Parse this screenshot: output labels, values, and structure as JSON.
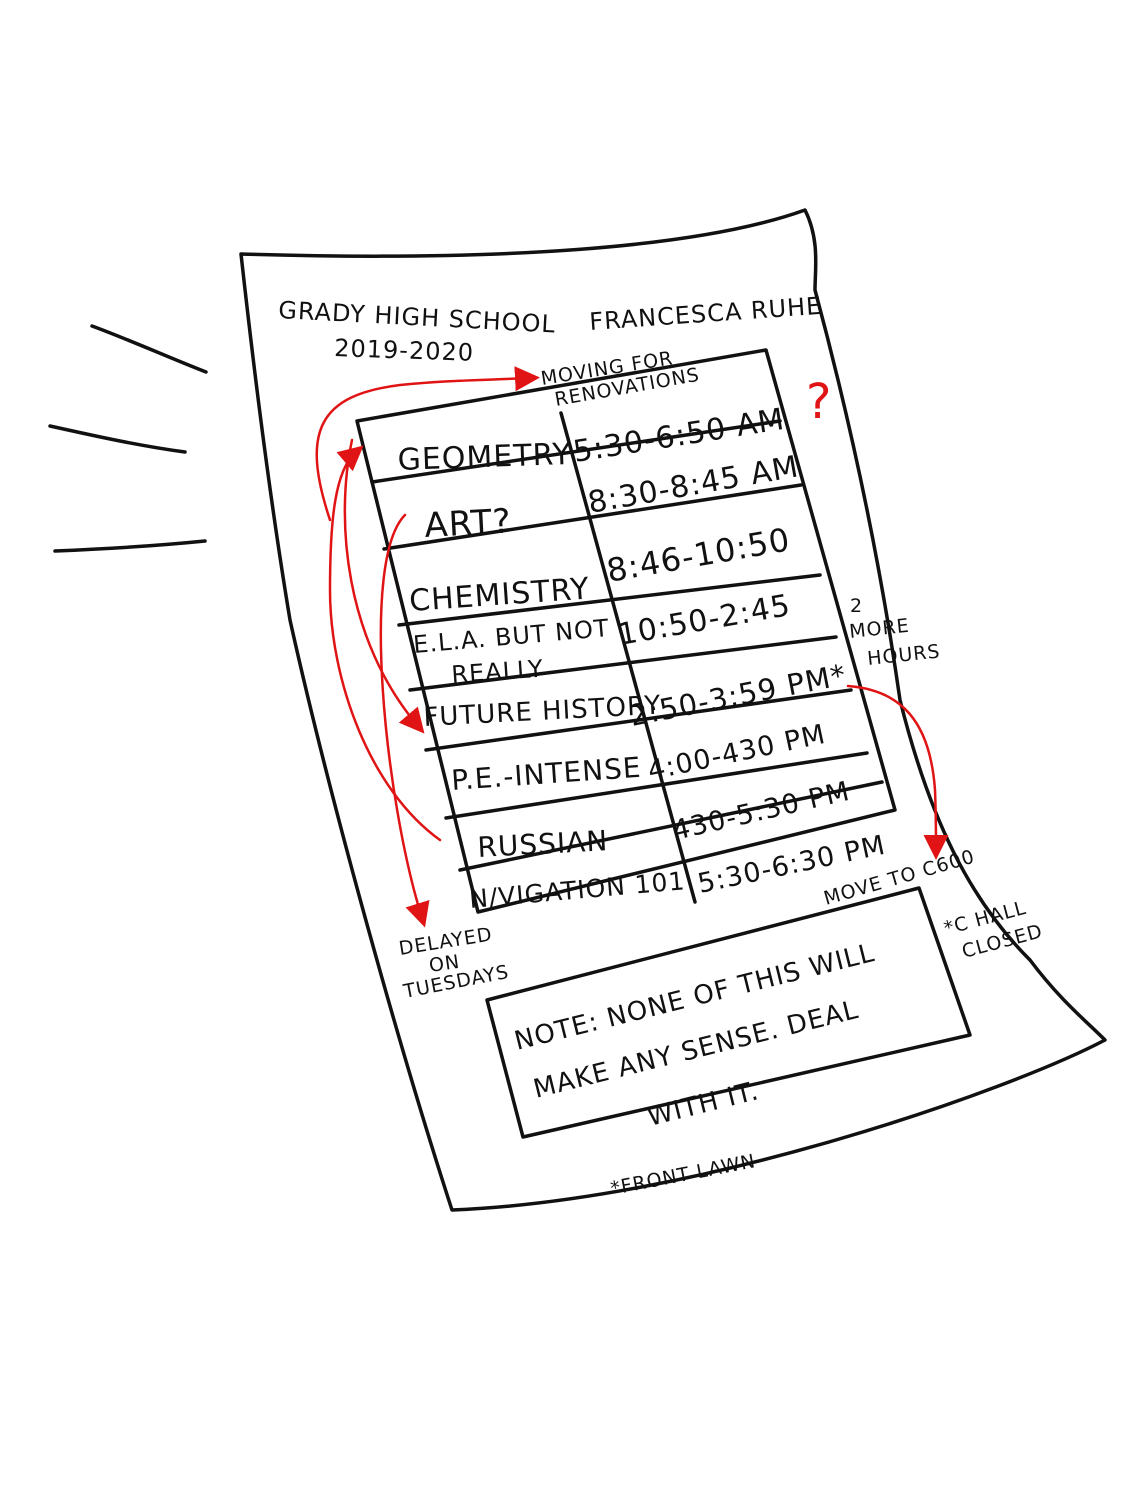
{
  "header": {
    "school": "GRADY HIGH SCHOOL",
    "student": "FRANCESCA RUHE",
    "year": "2019-2020"
  },
  "schedule": [
    {
      "subject": "GEOMETRY",
      "time": "5:30-6:50 AM"
    },
    {
      "subject": "ART?",
      "time": "8:30-8:45 AM"
    },
    {
      "subject": "CHEMISTRY",
      "time": "8:46-10:50"
    },
    {
      "subject": "E.L.A. BUT NOT",
      "subject_line2": "REALLY",
      "time": "10:50-2:45"
    },
    {
      "subject": "FUTURE HISTORY",
      "time": "2:50-3:59 PM*"
    },
    {
      "subject": "P.E.-INTENSE",
      "time": "4:00-430 PM"
    },
    {
      "subject": "RUSSIAN",
      "time": "430-5:30 PM"
    },
    {
      "subject": "N/VIGATION 101",
      "time": "5:30-6:30 PM"
    }
  ],
  "annotations": {
    "moving_line1": "MOVING FOR",
    "moving_line2": "RENOVATIONS",
    "question": "?",
    "more_hours_line1": "2",
    "more_hours_line2": "MORE",
    "more_hours_line3": "HOURS",
    "move_to": "MOVE TO C600",
    "delayed_line1": "DELAYED",
    "delayed_line2": "ON",
    "delayed_line3": "TUESDAYS",
    "c_hall_line1": "*C HALL",
    "c_hall_line2": "CLOSED",
    "front_lawn": "*FRONT LAWN"
  },
  "note": {
    "line1": "NOTE: NONE OF THIS WILL",
    "line2": "MAKE ANY SENSE. DEAL",
    "line3": "WITH IT."
  },
  "colors": {
    "ink": "#111111",
    "annotation_red": "#e01414",
    "paper": "#ffffff"
  }
}
